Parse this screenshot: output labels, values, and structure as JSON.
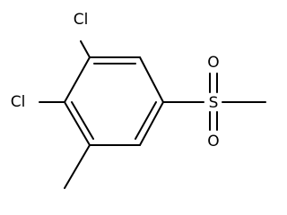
{
  "molecule": {
    "atoms": {
      "cl_top": "Cl",
      "cl_left": "Cl",
      "sulfur": "S",
      "oxygen_top": "O",
      "oxygen_bottom": "O"
    }
  }
}
